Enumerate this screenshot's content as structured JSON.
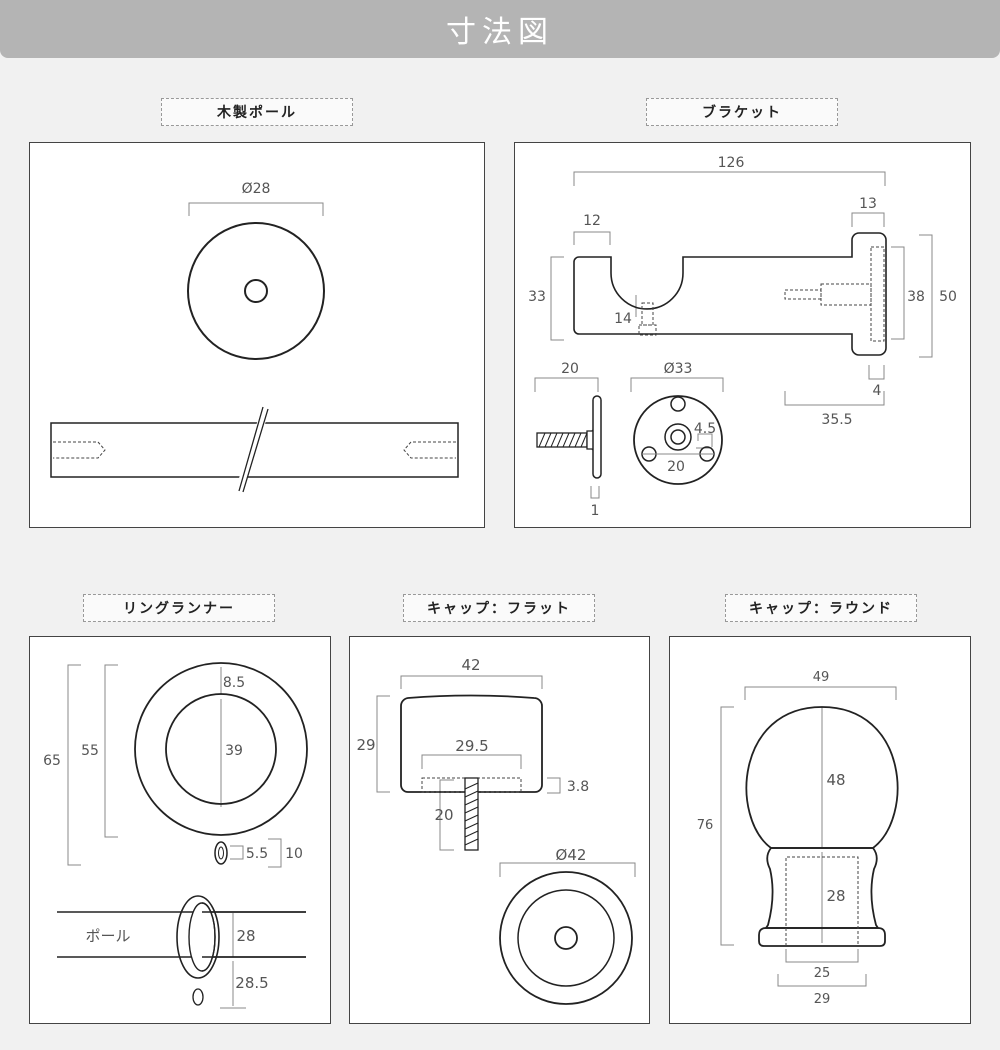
{
  "header": {
    "title": "寸法図"
  },
  "sections": {
    "pole": {
      "label": "木製ポール",
      "dims": {
        "diameter": "Ø28"
      }
    },
    "bracket": {
      "label": "ブラケット",
      "dims": {
        "total": "126",
        "w12": "12",
        "w13": "13",
        "h33": "33",
        "h38": "38",
        "h50": "50",
        "d14": "14",
        "d4": "4",
        "d35_5": "35.5",
        "w20": "20",
        "d1": "1",
        "dia33": "Ø33",
        "d4_5": "4.5",
        "d20b": "20"
      }
    },
    "ring": {
      "label": "リングランナー",
      "dims": {
        "h65": "65",
        "h55": "55",
        "d8_5": "8.5",
        "d39": "39",
        "d5_5": "5.5",
        "d10": "10",
        "pole_text": "ポール",
        "d28": "28",
        "d28_5": "28.5"
      }
    },
    "cap_flat": {
      "label": "キャップ：フラット",
      "dims": {
        "w42": "42",
        "h29": "29",
        "w29_5": "29.5",
        "d3_8": "3.8",
        "d20": "20",
        "dia42": "Ø42"
      }
    },
    "cap_round": {
      "label": "キャップ：ラウンド",
      "dims": {
        "w49": "49",
        "h76": "76",
        "d48": "48",
        "d28": "28",
        "w25": "25",
        "w29": "29"
      }
    }
  }
}
